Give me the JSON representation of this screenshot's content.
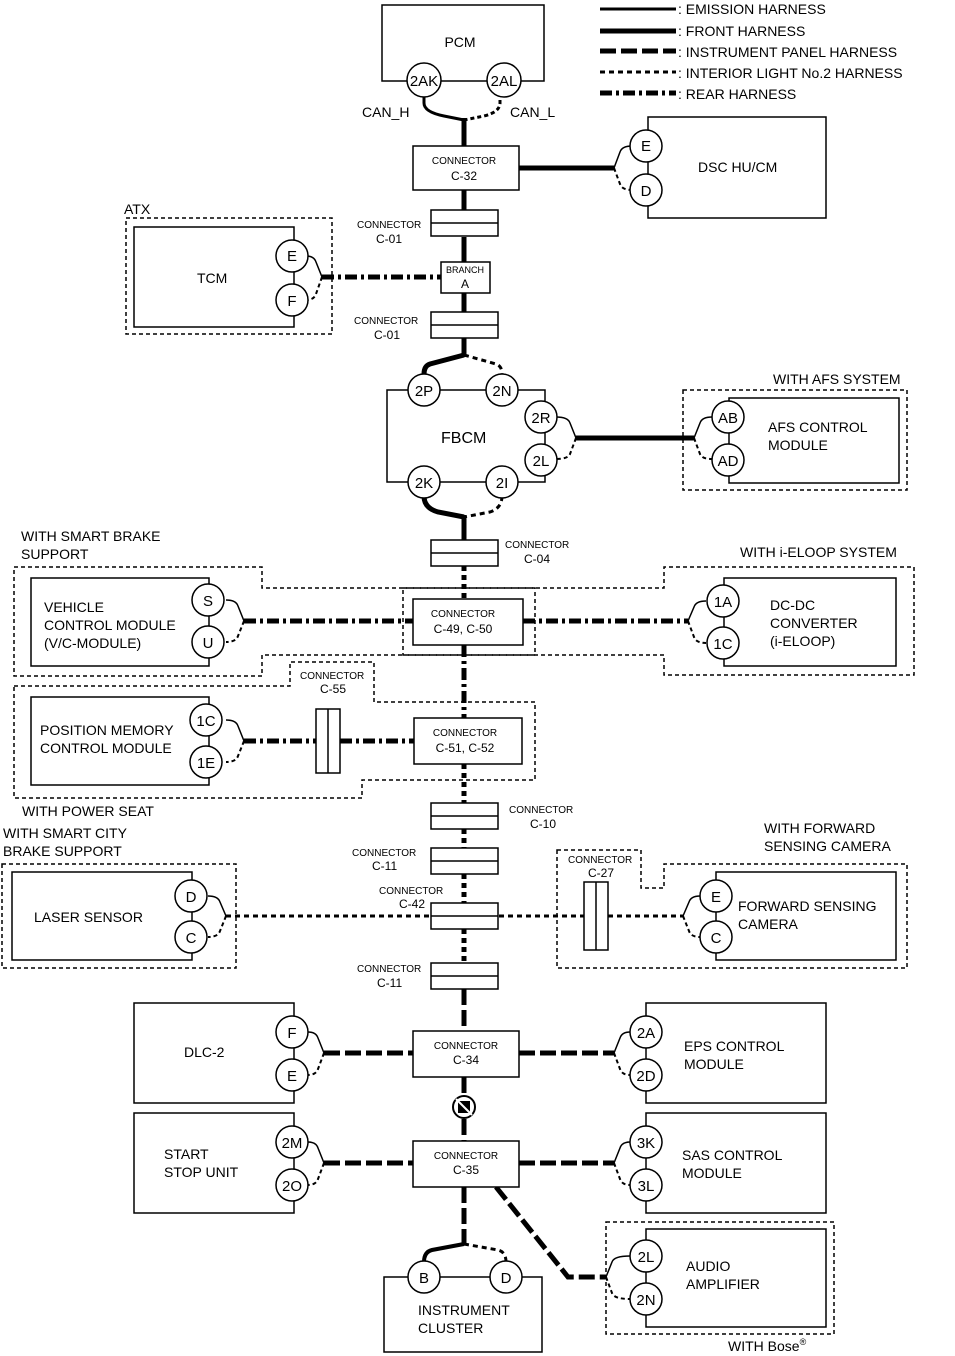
{
  "legend": [
    {
      "style": "emission",
      "label": ": EMISSION HARNESS"
    },
    {
      "style": "front",
      "label": ": FRONT HARNESS"
    },
    {
      "style": "instrument-panel",
      "label": ": INSTRUMENT PANEL HARNESS"
    },
    {
      "style": "interior-light",
      "label": ": INTERIOR LIGHT No.2 HARNESS"
    },
    {
      "style": "rear",
      "label": ": REAR HARNESS"
    }
  ],
  "modules": {
    "pcm": {
      "name": "PCM",
      "pin_h": "2AK",
      "pin_l": "2AL",
      "can_h": "CAN_H",
      "can_l": "CAN_L"
    },
    "dsc": {
      "name": "DSC HU/CM",
      "pin_a": "E",
      "pin_b": "D"
    },
    "tcm": {
      "option": "ATX",
      "name": "TCM",
      "pin_a": "E",
      "pin_b": "F"
    },
    "fbcm": {
      "name": "FBCM",
      "pins": {
        "p2p": "2P",
        "p2n": "2N",
        "p2r": "2R",
        "p2l": "2L",
        "p2k": "2K",
        "p2i": "2I"
      }
    },
    "afs": {
      "option": "WITH AFS SYSTEM",
      "name1": "AFS CONTROL",
      "name2": "MODULE",
      "pin_a": "AB",
      "pin_b": "AD"
    },
    "vcm": {
      "option1": "WITH SMART BRAKE",
      "option2": "SUPPORT",
      "name1": "VEHICLE",
      "name2": "CONTROL MODULE",
      "name3": "(V/C-MODULE)",
      "pin_a": "S",
      "pin_b": "U"
    },
    "dcdc": {
      "option": "WITH i-ELOOP SYSTEM",
      "name1": "DC-DC",
      "name2": "CONVERTER",
      "name3": "(i-ELOOP)",
      "pin_a": "1A",
      "pin_b": "1C"
    },
    "pmcm": {
      "option": "WITH POWER SEAT",
      "name1": "POSITION MEMORY",
      "name2": "CONTROL MODULE",
      "pin_a": "1C",
      "pin_b": "1E"
    },
    "laser": {
      "option1": "WITH SMART CITY",
      "option2": "BRAKE SUPPORT",
      "name": "LASER SENSOR",
      "pin_a": "D",
      "pin_b": "C"
    },
    "fsc": {
      "option1": "WITH FORWARD",
      "option2": "SENSING CAMERA",
      "name1": "FORWARD SENSING",
      "name2": "CAMERA",
      "pin_a": "E",
      "pin_b": "C"
    },
    "dlc": {
      "name": "DLC-2",
      "pin_a": "F",
      "pin_b": "E"
    },
    "eps": {
      "name1": "EPS CONTROL",
      "name2": "MODULE",
      "pin_a": "2A",
      "pin_b": "2D"
    },
    "ssu": {
      "name1": "START",
      "name2": "STOP UNIT",
      "pin_a": "2M",
      "pin_b": "2O"
    },
    "sas": {
      "name1": "SAS CONTROL",
      "name2": "MODULE",
      "pin_a": "3K",
      "pin_b": "3L"
    },
    "amp": {
      "option": "WITH Bose",
      "option_mark": "®",
      "name1": "AUDIO",
      "name2": "AMPLIFIER",
      "pin_a": "2L",
      "pin_b": "2N"
    },
    "cluster": {
      "name1": "INSTRUMENT",
      "name2": "CLUSTER",
      "pin_a": "B",
      "pin_b": "D"
    }
  },
  "connectors": {
    "word": "CONNECTOR",
    "c32": "C-32",
    "c01": "C-01",
    "branch_word": "BRANCH",
    "branch_id": "A",
    "c04": "C-04",
    "c4950": "C-49, C-50",
    "c55": "C-55",
    "c5152": "C-51, C-52",
    "c10": "C-10",
    "c11": "C-11",
    "c42": "C-42",
    "c27": "C-27",
    "c34": "C-34",
    "c35": "C-35"
  }
}
